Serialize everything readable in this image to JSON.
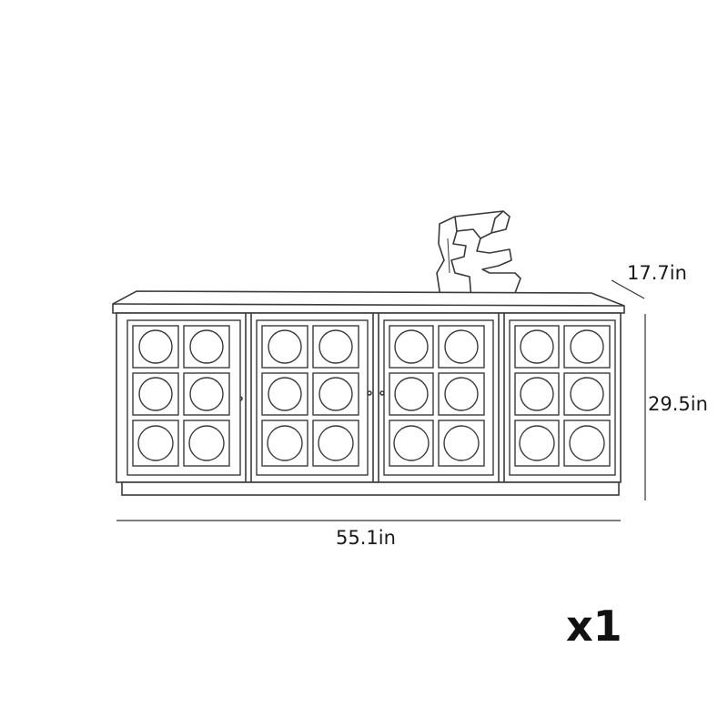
{
  "product": {
    "name": "sideboard cabinet with decorative sculpture",
    "doors": 4,
    "panels_per_door": 6
  },
  "dimensions": {
    "depth": "17.7in",
    "height": "29.5in",
    "width": "55.1in"
  },
  "quantity": "x1",
  "colors": {
    "line": "#3a3a3a",
    "dimension_line": "#333333",
    "background": "#ffffff"
  }
}
